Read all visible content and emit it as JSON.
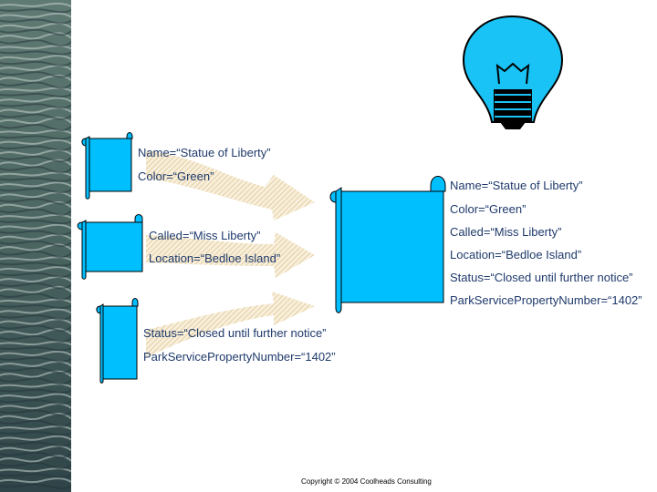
{
  "sources": [
    {
      "lines": [
        "Name=“Statue of Liberty”",
        "Color=“Green”"
      ]
    },
    {
      "lines": [
        "Called=“Miss Liberty”",
        "Location=“Bedloe Island”"
      ]
    },
    {
      "lines": [
        "Status=“Closed until further notice”",
        "ParkServicePropertyNumber=“1402”"
      ]
    }
  ],
  "merged": {
    "lines": [
      "Name=“Statue of Liberty”",
      "Color=“Green”",
      "Called=“Miss Liberty”",
      "Location=“Bedloe Island”",
      "Status=“Closed until further notice”",
      "ParkServicePropertyNumber=“1402”"
    ]
  },
  "footer": "Copyright © 2004 Coolheads Consulting",
  "colors": {
    "scroll": "#00bfff",
    "bulb": "#19c3f5",
    "text": "#1f3a6b",
    "arrow": "#efe0bc"
  },
  "icons": [
    "scroll-icon",
    "lightbulb-icon",
    "arrow-icon"
  ]
}
